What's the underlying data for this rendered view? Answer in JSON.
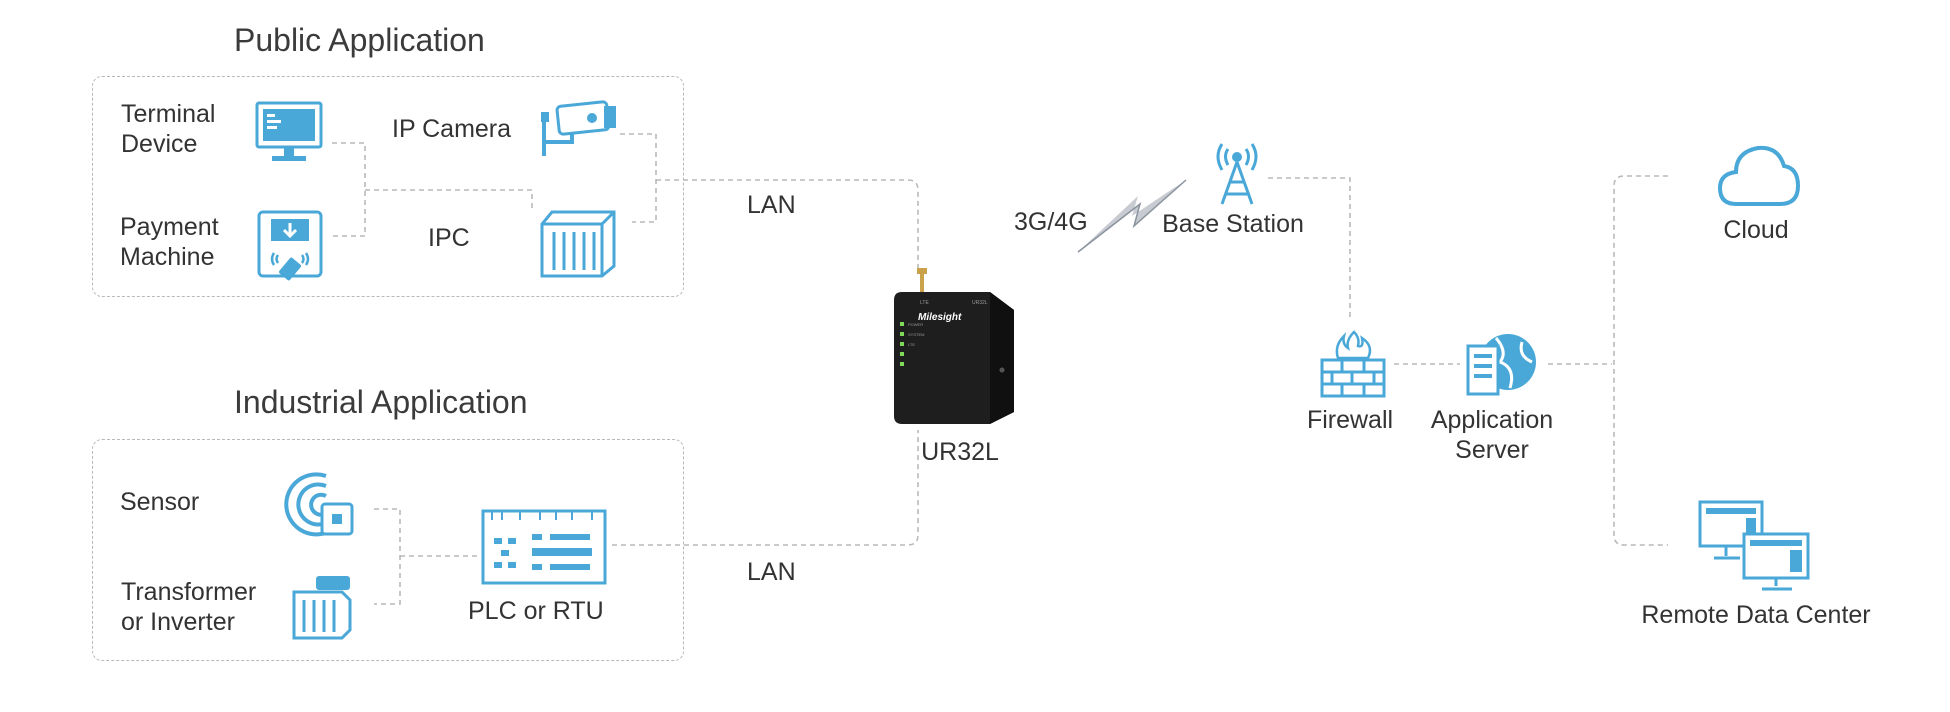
{
  "public_app": {
    "title": "Public Application",
    "terminal_device": [
      "Terminal",
      "Device"
    ],
    "payment_machine": [
      "Payment",
      "Machine"
    ],
    "ip_camera": "IP Camera",
    "ipc": "IPC"
  },
  "industrial_app": {
    "title": "Industrial Application",
    "sensor": "Sensor",
    "transformer": [
      "Transformer",
      "or Inverter"
    ],
    "plc": "PLC or RTU"
  },
  "links": {
    "lan_top": "LAN",
    "lan_bottom": "LAN",
    "wireless": "3G/4G"
  },
  "router": {
    "name": "UR32L",
    "brand": "Milesight",
    "model_tag": "UR32L",
    "lte_tag": "LTE",
    "led_labels": [
      "POWER",
      "SYSTEM",
      "LTE"
    ]
  },
  "network": {
    "base_station": "Base Station",
    "firewall": "Firewall",
    "app_server": [
      "Application",
      "Server"
    ],
    "cloud": "Cloud",
    "remote_dc": "Remote Data Center"
  },
  "colors": {
    "icon_blue": "#4aa8d8",
    "line_gray": "#b9b9b9",
    "device_black": "#1e1e1e",
    "led_green": "#7ed957"
  }
}
